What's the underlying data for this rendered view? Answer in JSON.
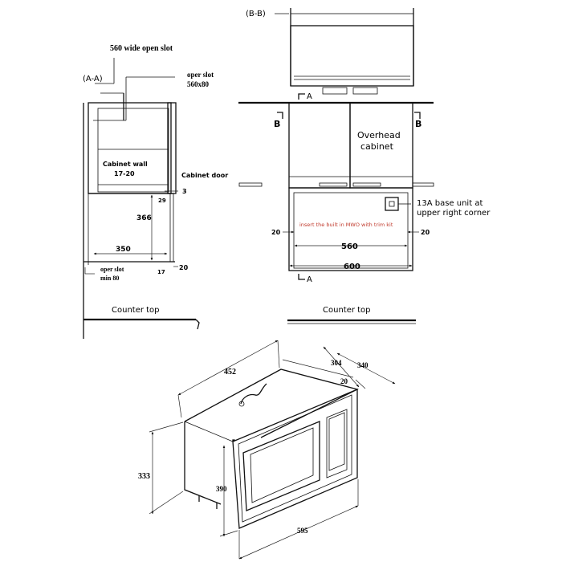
{
  "labels": {
    "section_aa": "(A-A)",
    "section_bb": "(B-B)",
    "open_slot_560": "560 wide open slot",
    "oper_slot_top_1": "oper slot",
    "oper_slot_top_2": "560x80",
    "cabinet_wall_1": "Cabinet wall",
    "cabinet_wall_2": "17-20",
    "cabinet_door": "Cabinet door",
    "oper_slot_bottom_1": "oper slot",
    "oper_slot_bottom_2": "min 80",
    "counter_top_left": "Counter top",
    "counter_top_right": "Counter top",
    "overhead_1": "Overhead",
    "overhead_2": "cabinet",
    "base_unit_1": "13A base unit at",
    "base_unit_2": "upper right corner",
    "insert_note": "insert the built in MWO with trim kit",
    "marker_a": "A",
    "marker_b": "B"
  },
  "dims": {
    "d3": "3",
    "d29": "29",
    "d366": "366",
    "d350": "350",
    "d17": "17",
    "d20_left": "20",
    "d20_right_a": "20",
    "d20_right_b": "20",
    "d560": "560",
    "d600": "600",
    "d452": "452",
    "d304": "304",
    "d340": "340",
    "d20_mwo": "20",
    "d333": "333",
    "d390": "390",
    "d595": "595"
  },
  "colors": {
    "note_red": "#c0392b",
    "line": "#111111"
  }
}
